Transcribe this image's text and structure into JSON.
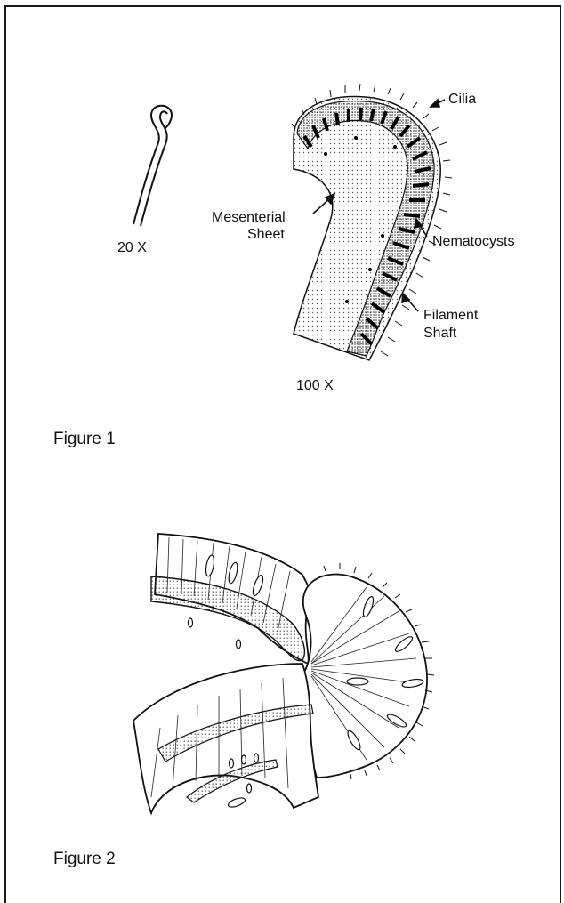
{
  "figure1": {
    "caption": "Figure 1",
    "magnification_small": "20 X",
    "magnification_large": "100 X",
    "labels": {
      "cilia": "Cilia",
      "mesenterial_line1": "Mesenterial",
      "mesenterial_line2": "Sheet",
      "nematocysts": "Nematocysts",
      "filament_line1": "Filament",
      "filament_line2": "Shaft"
    }
  },
  "figure2": {
    "caption": "Figure 2"
  }
}
